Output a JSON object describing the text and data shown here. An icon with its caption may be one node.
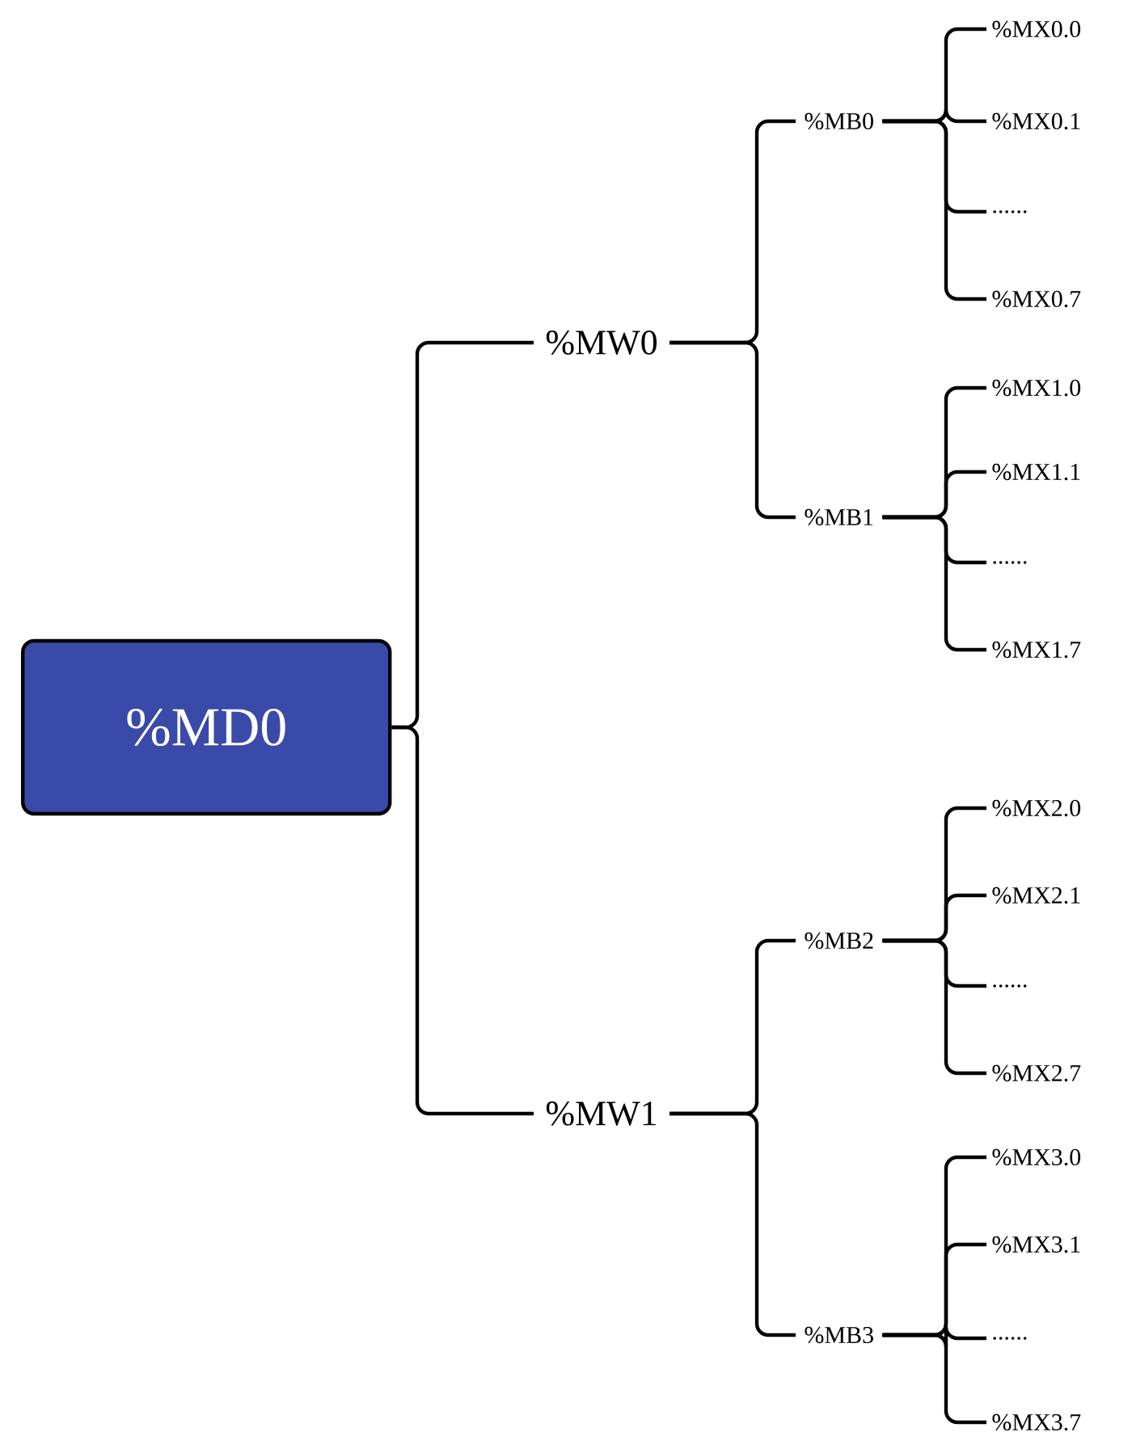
{
  "diagram": {
    "nodes": [
      {
        "text": [
          "%MD0"
        ]
      },
      {
        "text": [
          "%MW0"
        ]
      },
      {
        "text": [
          "%MB0"
        ]
      },
      {
        "text": [
          "%MX0.0"
        ]
      },
      {
        "text": [
          "%MX0.1"
        ]
      },
      {
        "text": [
          "......"
        ]
      },
      {
        "text": [
          "%MX0.7"
        ]
      },
      {
        "text": [
          "%MB1"
        ]
      },
      {
        "text": [
          "%MX1.0"
        ]
      },
      {
        "text": [
          "%MX1.1"
        ]
      },
      {
        "text": [
          "......"
        ]
      },
      {
        "text": [
          "%MX1.7"
        ]
      },
      {
        "text": [
          "%MW1"
        ]
      },
      {
        "text": [
          "%MB2"
        ]
      },
      {
        "text": [
          "%MX2.0"
        ]
      },
      {
        "text": [
          "%MX2.1"
        ]
      },
      {
        "text": [
          "......"
        ]
      },
      {
        "text": [
          "%MX2.7"
        ]
      },
      {
        "text": [
          "%MB3"
        ]
      },
      {
        "text": [
          "%MX3.0"
        ]
      },
      {
        "text": [
          "%MX3.1"
        ]
      },
      {
        "text": [
          "......"
        ]
      },
      {
        "text": [
          "%MX3.7"
        ]
      }
    ],
    "edges": [
      {
        "from": 0,
        "to": 1,
        "arrow": "none"
      },
      {
        "from": 0,
        "to": 12,
        "arrow": "none"
      },
      {
        "from": 1,
        "to": 2,
        "arrow": "none"
      },
      {
        "from": 1,
        "to": 7,
        "arrow": "none"
      },
      {
        "from": 2,
        "to": 3,
        "arrow": "none"
      },
      {
        "from": 2,
        "to": 4,
        "arrow": "none"
      },
      {
        "from": 2,
        "to": 5,
        "arrow": "none"
      },
      {
        "from": 2,
        "to": 6,
        "arrow": "none"
      },
      {
        "from": 7,
        "to": 8,
        "arrow": "none"
      },
      {
        "from": 7,
        "to": 9,
        "arrow": "none"
      },
      {
        "from": 7,
        "to": 10,
        "arrow": "none"
      },
      {
        "from": 7,
        "to": 11,
        "arrow": "none"
      },
      {
        "from": 12,
        "to": 13,
        "arrow": "none"
      },
      {
        "from": 12,
        "to": 18,
        "arrow": "none"
      },
      {
        "from": 13,
        "to": 14,
        "arrow": "none"
      },
      {
        "from": 13,
        "to": 15,
        "arrow": "none"
      },
      {
        "from": 13,
        "to": 16,
        "arrow": "none"
      },
      {
        "from": 13,
        "to": 17,
        "arrow": "none"
      },
      {
        "from": 18,
        "to": 19,
        "arrow": "none"
      },
      {
        "from": 18,
        "to": 20,
        "arrow": "none"
      },
      {
        "from": 18,
        "to": 21,
        "arrow": "none"
      },
      {
        "from": 18,
        "to": 22,
        "arrow": "none"
      }
    ]
  }
}
